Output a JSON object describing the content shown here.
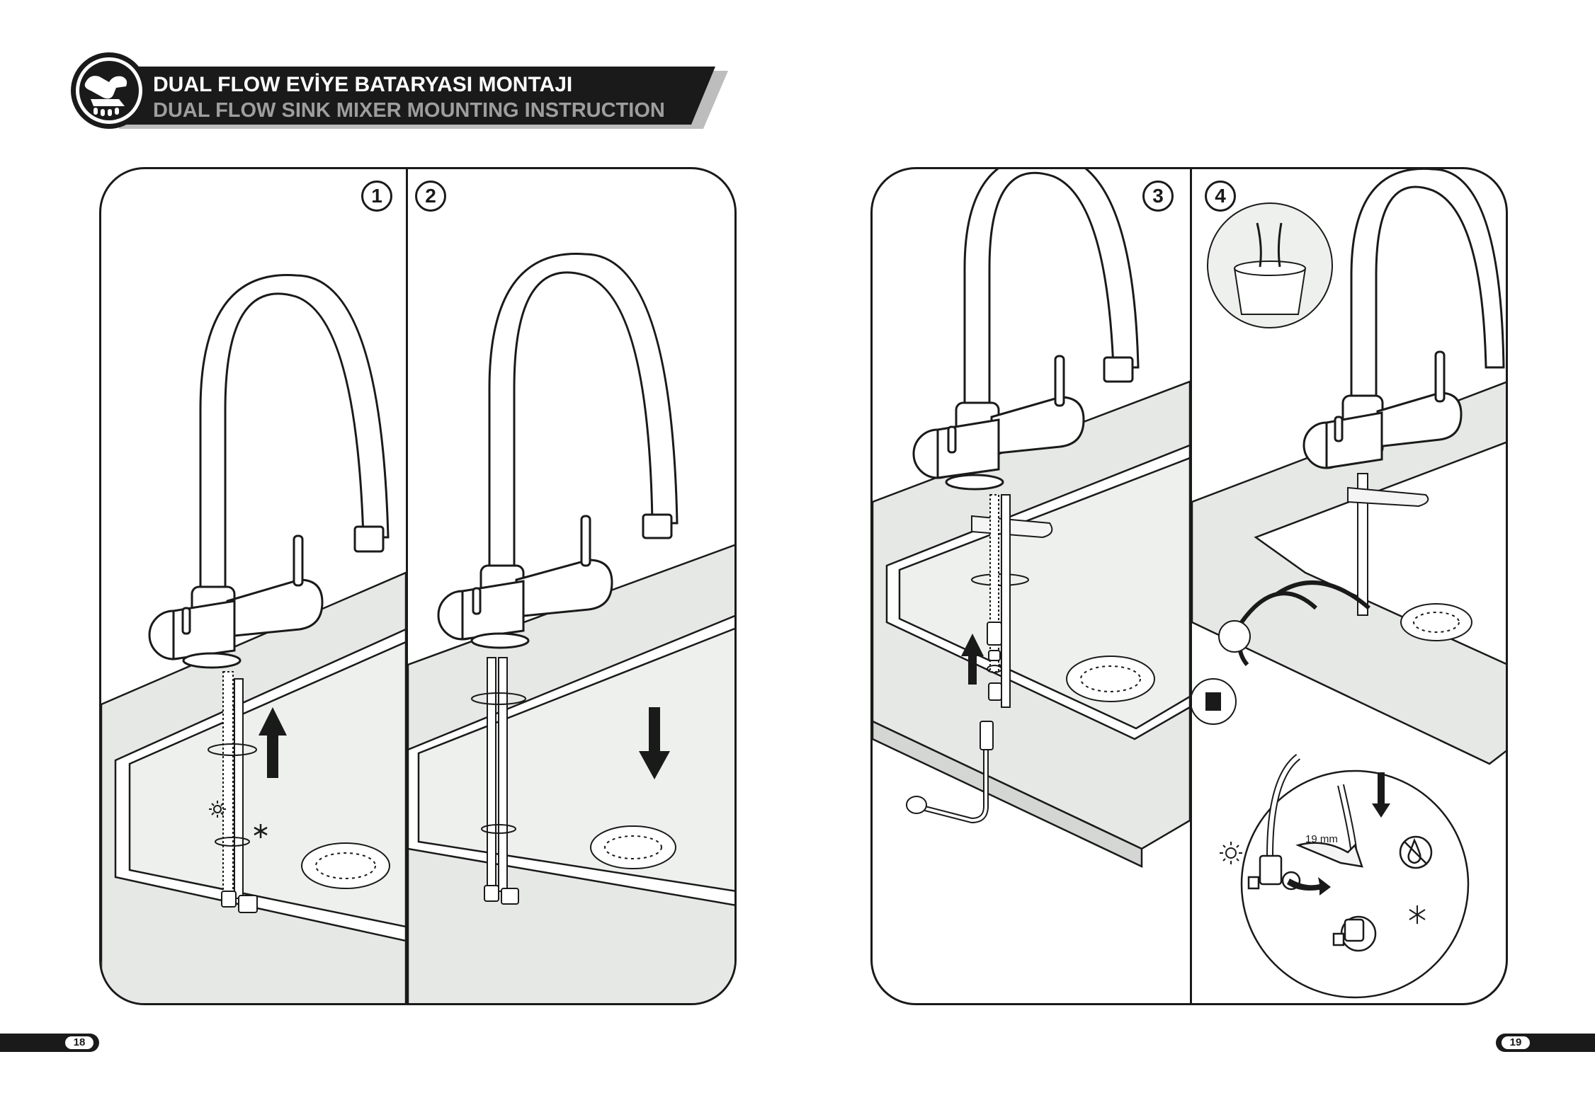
{
  "header": {
    "title_tr": "DUAL FLOW EVİYE BATARYASI MONTAJI",
    "title_en": "DUAL FLOW SINK MIXER MOUNTING INSTRUCTION",
    "icon": "wrench-hand-icon"
  },
  "steps": [
    {
      "number": "1"
    },
    {
      "number": "2"
    },
    {
      "number": "3"
    },
    {
      "number": "4",
      "detail_label": "19 mm"
    }
  ],
  "icons": {
    "hot": "sun-icon",
    "cold": "snowflake-icon",
    "no_water": "no-water-icon",
    "arrow": "arrow-icon"
  },
  "colors": {
    "line": "#1a1a1a",
    "counter": "#e6e8e6",
    "header_bg": "#1a1a1a",
    "header_shadow": "#bdbdbd"
  },
  "pages": {
    "left": "18",
    "right": "19"
  }
}
